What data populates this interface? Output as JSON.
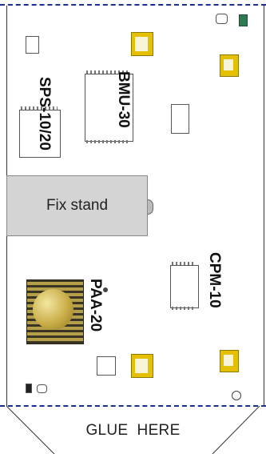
{
  "labels": {
    "sps": "SPS-10/20",
    "bmu": "BMU-30",
    "cpm": "CPM-10",
    "paa": "PAA-20",
    "fix_stand": "Fix stand",
    "glue": "GLUE  HERE"
  },
  "colors": {
    "dash": "#1a2f8f",
    "pad": "#e4c000",
    "button": "#d4d4d4",
    "gold": "#d9c36a"
  }
}
